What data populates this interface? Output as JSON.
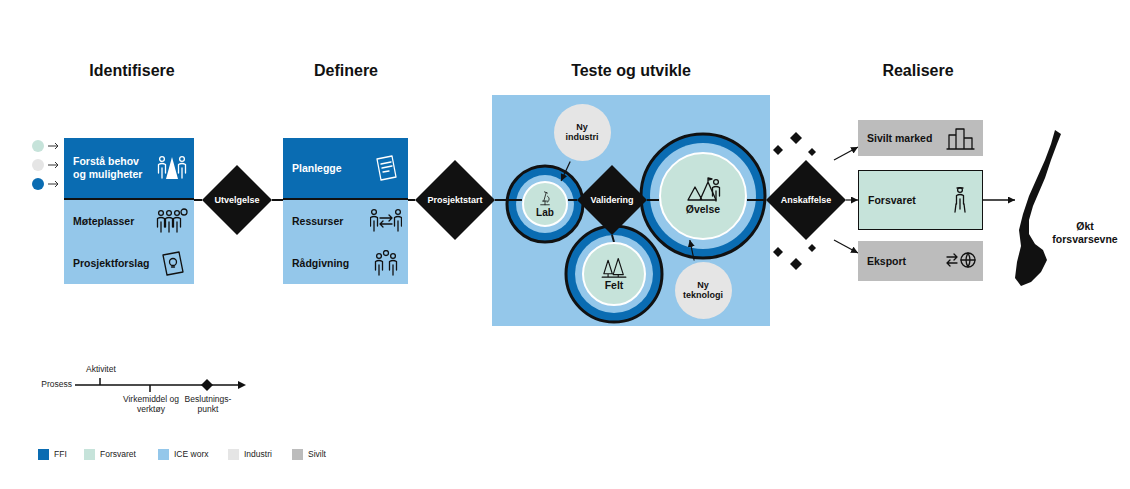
{
  "diagram": {
    "nodes": [
      {
        "text": [
          "Forstå behov og muligheter"
        ]
      },
      {
        "text": [
          "Møteplasser"
        ]
      },
      {
        "text": [
          "Prosjektforslag"
        ]
      },
      {
        "text": [
          "Utvelgelse"
        ]
      },
      {
        "text": [
          "Planlegge"
        ]
      },
      {
        "text": [
          "Ressurser"
        ]
      },
      {
        "text": [
          "Rådgivning"
        ]
      },
      {
        "text": [
          "Prosjektstart"
        ]
      },
      {
        "text": [
          "Ny industri"
        ]
      },
      {
        "text": [
          "Lab"
        ]
      },
      {
        "text": [
          "Validering"
        ]
      },
      {
        "text": [
          "Øvelse"
        ]
      },
      {
        "text": [
          "Felt"
        ]
      },
      {
        "text": [
          "Ny teknologi"
        ]
      },
      {
        "text": [
          "Anskaffelse"
        ]
      },
      {
        "text": [
          "Sivilt marked"
        ]
      },
      {
        "text": [
          "Forsvaret"
        ]
      },
      {
        "text": [
          "Eksport"
        ]
      },
      {
        "text": [
          "Økt forsvarsevne"
        ]
      }
    ],
    "edges": [
      {
        "from": 0,
        "to": 3,
        "arrow": "none"
      },
      {
        "from": 3,
        "to": 4,
        "arrow": "none"
      },
      {
        "from": 4,
        "to": 7,
        "arrow": "none"
      },
      {
        "from": 7,
        "to": 9,
        "arrow": "none"
      },
      {
        "from": 9,
        "to": 10,
        "arrow": "none"
      },
      {
        "from": 10,
        "to": 11,
        "arrow": "none"
      },
      {
        "from": 10,
        "to": 12,
        "arrow": "none"
      },
      {
        "from": 8,
        "to": 9,
        "arrow": "to"
      },
      {
        "from": 13,
        "to": 11,
        "arrow": "to"
      },
      {
        "from": 11,
        "to": 14,
        "arrow": "none"
      },
      {
        "from": 14,
        "to": 15,
        "arrow": "to"
      },
      {
        "from": 14,
        "to": 16,
        "arrow": "to"
      },
      {
        "from": 14,
        "to": 17,
        "arrow": "to"
      },
      {
        "from": 16,
        "to": 18,
        "arrow": "to"
      }
    ],
    "labels": [
      "Identifisere",
      "Definere",
      "Teste og utvikle",
      "Realisere"
    ],
    "legend": [
      {
        "text": "Prosess"
      },
      {
        "text": "Aktivitet"
      },
      {
        "text": "Virkemiddel og verktøy"
      },
      {
        "text": "Beslutnings- punkt"
      },
      {
        "text": "FFI",
        "color": "#0a6cb2"
      },
      {
        "text": "Forsvaret",
        "color": "#c6e3da"
      },
      {
        "text": "ICE worx",
        "color": "#94c7ea"
      },
      {
        "text": "Industri",
        "color": "#e5e5e5"
      },
      {
        "text": "Sivilt",
        "color": "#bcbcbc"
      }
    ]
  }
}
